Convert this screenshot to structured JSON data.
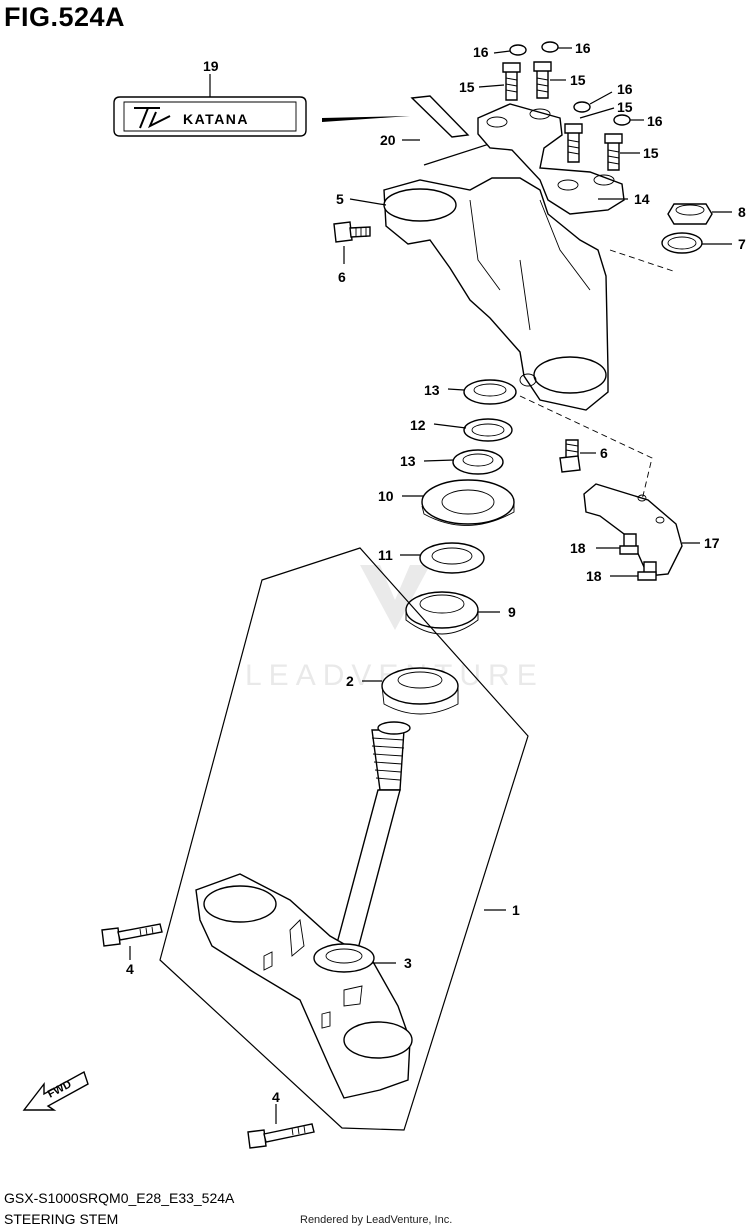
{
  "header": {
    "figure_title": "FIG.524A"
  },
  "footer": {
    "model_code": "GSX-S1000SRQM0_E28_E33_524A",
    "section_title": "STEERING STEM",
    "credit": "Rendered by LeadVenture, Inc."
  },
  "watermark": {
    "text": "LEADVENTURE"
  },
  "emblem": {
    "text": "KATANA"
  },
  "fwd_label": "FWD",
  "callouts": {
    "c1": "1",
    "c2": "2",
    "c3": "3",
    "c4a": "4",
    "c4b": "4",
    "c5": "5",
    "c6a": "6",
    "c6b": "6",
    "c7": "7",
    "c8": "8",
    "c9": "9",
    "c10": "10",
    "c11": "11",
    "c12": "12",
    "c13a": "13",
    "c13b": "13",
    "c14": "14",
    "c15a": "15",
    "c15b": "15",
    "c15c": "15",
    "c15d": "15",
    "c16a": "16",
    "c16b": "16",
    "c16c": "16",
    "c16d": "16",
    "c17": "17",
    "c18a": "18",
    "c18b": "18",
    "c19": "19",
    "c20": "20"
  }
}
